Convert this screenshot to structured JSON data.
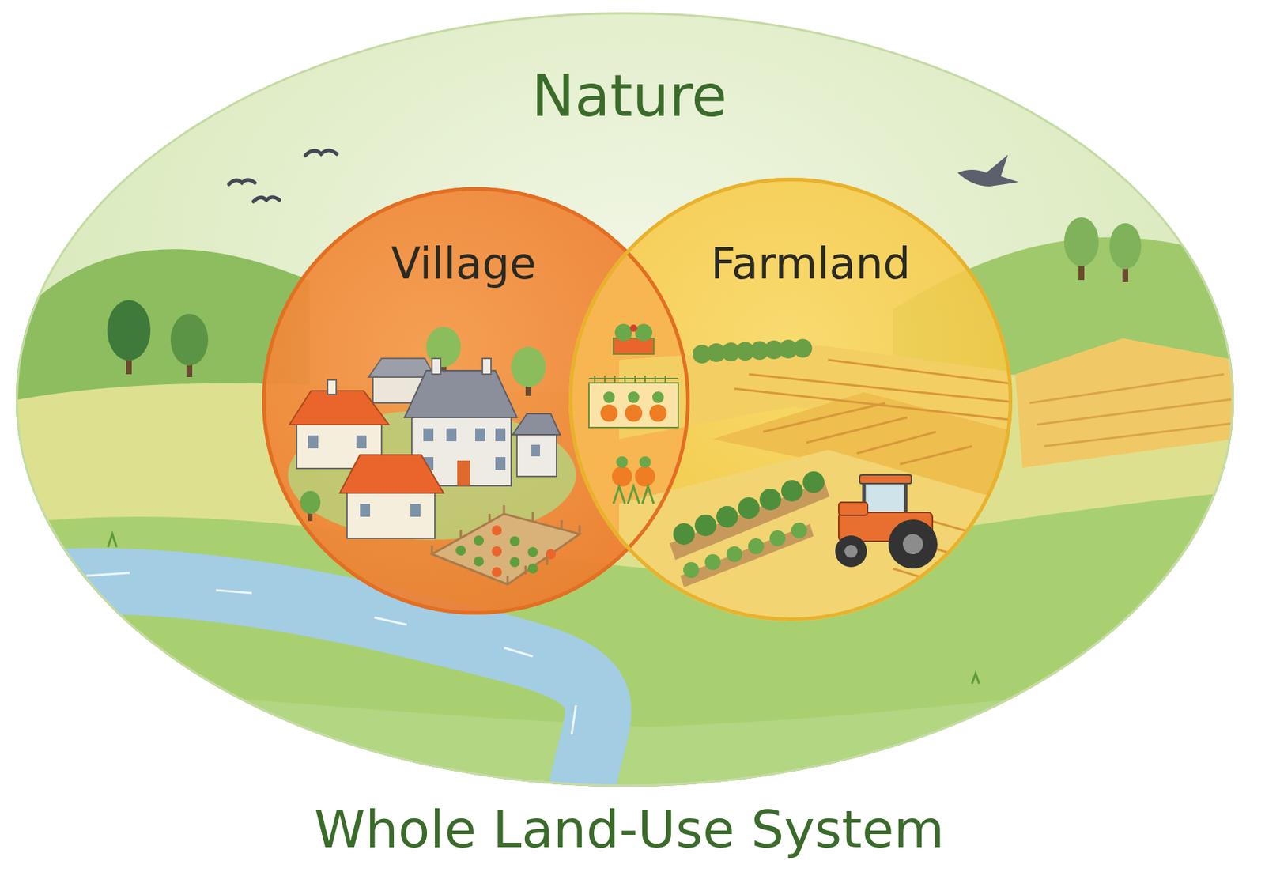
{
  "diagram": {
    "caption": "Whole Land-Use System",
    "nodes": [
      {
        "text": [
          "Nature"
        ]
      },
      {
        "text": [
          "Village"
        ],
        "in": 0
      },
      {
        "text": [
          "Farmland"
        ],
        "in": 0
      }
    ]
  }
}
